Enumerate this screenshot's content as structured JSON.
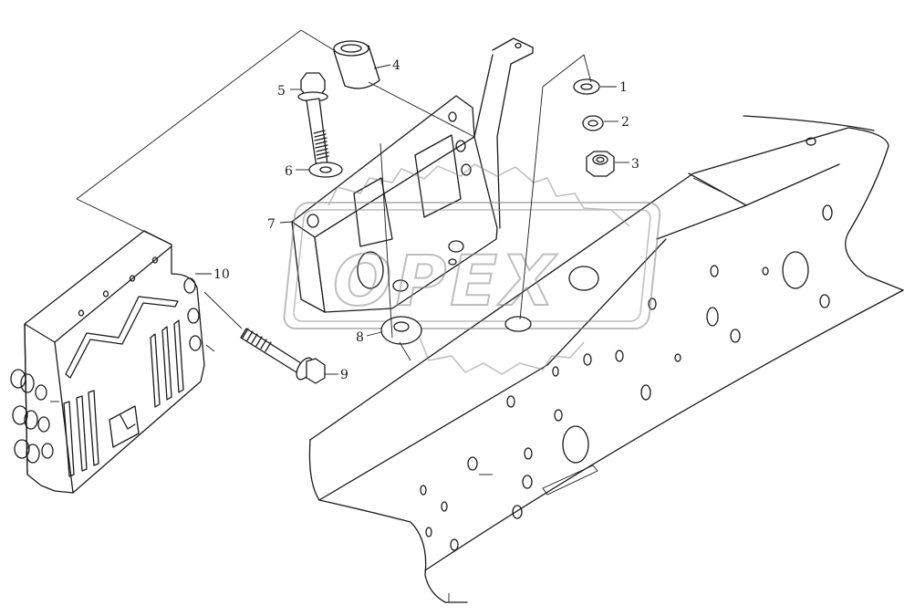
{
  "watermark": {
    "text": "OPEX"
  },
  "callouts": [
    {
      "id": "1",
      "label": "1",
      "part": "washer"
    },
    {
      "id": "2",
      "label": "2",
      "part": "spring-washer"
    },
    {
      "id": "3",
      "label": "3",
      "part": "nut"
    },
    {
      "id": "4",
      "label": "4",
      "part": "bushing"
    },
    {
      "id": "5",
      "label": "5",
      "part": "bolt"
    },
    {
      "id": "6",
      "label": "6",
      "part": "washer"
    },
    {
      "id": "7",
      "label": "7",
      "part": "bracket"
    },
    {
      "id": "8",
      "label": "8",
      "part": "washer"
    },
    {
      "id": "9",
      "label": "9",
      "part": "bolt"
    },
    {
      "id": "10",
      "label": "10",
      "part": "control-module"
    }
  ]
}
